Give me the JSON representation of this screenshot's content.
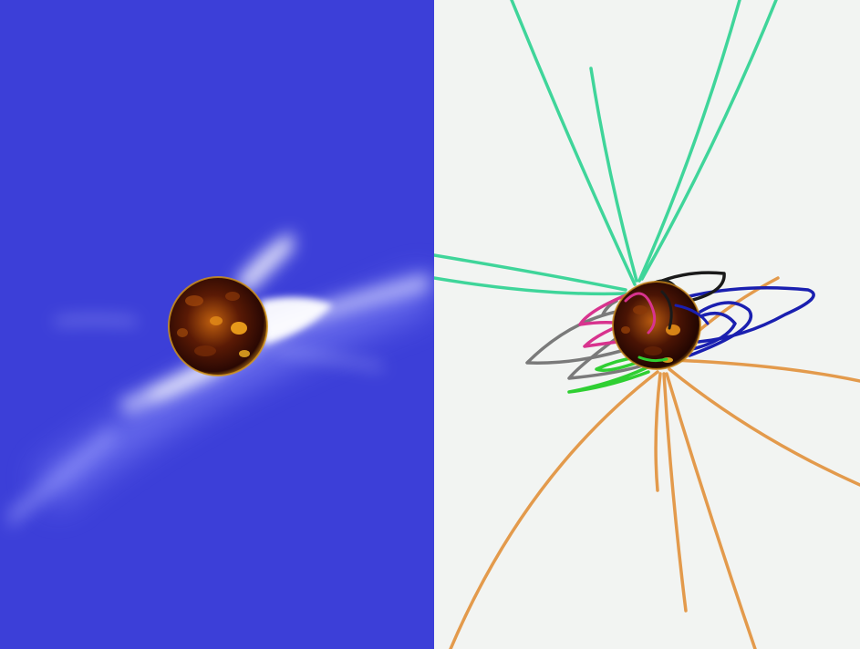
{
  "panels": [
    {
      "id": "left",
      "description_kind": "coronagraph-image",
      "background_color": "#3c3fd8",
      "streamer_color": "#ffffff"
    },
    {
      "id": "right",
      "description_kind": "field-line-model",
      "background_color": "#f2f4f2"
    }
  ],
  "field_line_colors": {
    "open_north": "#3fd59a",
    "open_south": "#e39a4c",
    "closed_blue": "#1a1fb0",
    "closed_black": "#1a1a1a",
    "closed_gray": "#7a7a7a",
    "closed_magenta": "#d8338e",
    "closed_green": "#2fcf32"
  },
  "sun_colors": [
    "#f7a21a",
    "#b4520e",
    "#3a0c02",
    "#1a0400"
  ]
}
